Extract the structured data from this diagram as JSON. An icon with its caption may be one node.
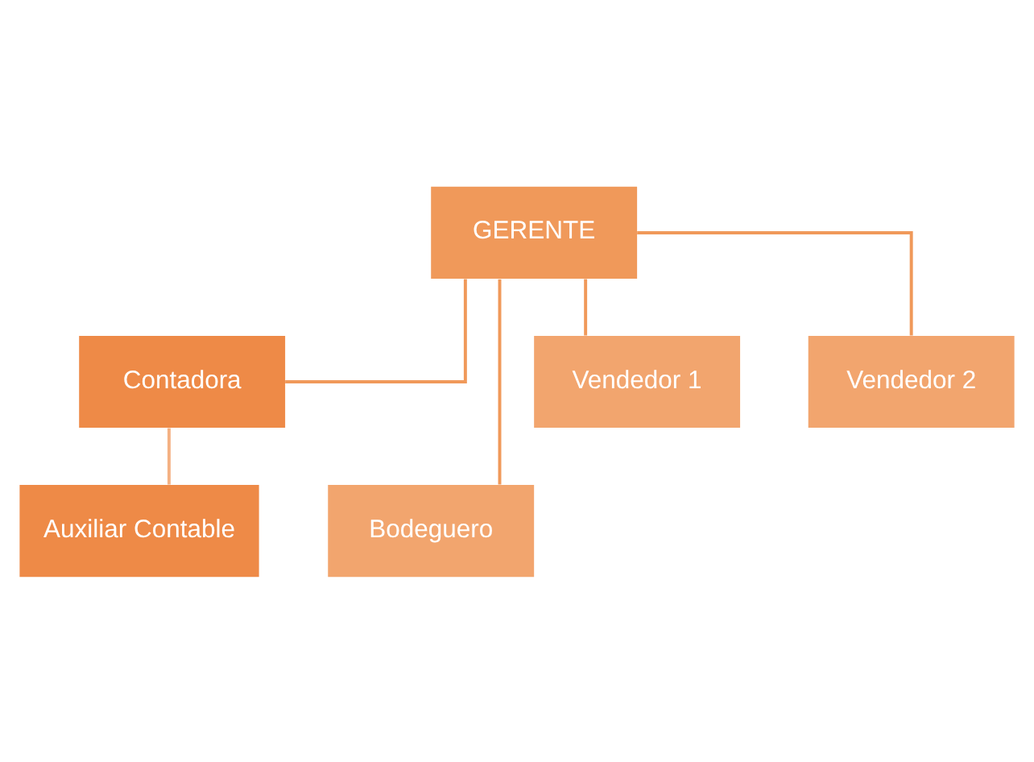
{
  "diagram": {
    "nodes": [
      {
        "text": [
          "GERENTE"
        ]
      },
      {
        "text": [
          "Contadora"
        ]
      },
      {
        "text": [
          "Auxiliar Contable"
        ]
      },
      {
        "text": [
          "Bodeguero"
        ]
      },
      {
        "text": [
          "Vendedor 1"
        ]
      },
      {
        "text": [
          "Vendedor 2"
        ]
      }
    ],
    "edges": [
      {
        "from": 0,
        "to": 1,
        "arrow": "none"
      },
      {
        "from": 1,
        "to": 2,
        "arrow": "none",
        "color": "#f4b183"
      },
      {
        "from": 0,
        "to": 3,
        "arrow": "none"
      },
      {
        "from": 0,
        "to": 4,
        "arrow": "none"
      },
      {
        "from": 0,
        "to": 5,
        "arrow": "none"
      }
    ]
  }
}
